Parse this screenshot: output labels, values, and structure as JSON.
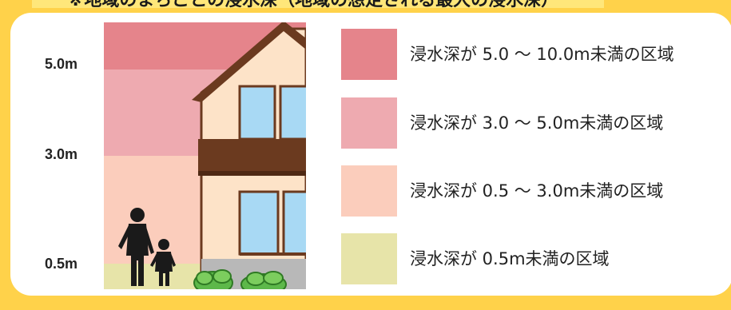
{
  "title": "※地域のまちごとの浸水深（地域の想定される最大の浸水深）",
  "axis_labels": [
    "5.0m",
    "3.0m",
    "0.5m"
  ],
  "legend": [
    {
      "label": "浸水深が 5.0 〜 10.0m未満の区域",
      "color": "#e5848b"
    },
    {
      "label": "浸水深が 3.0 〜 5.0m未満の区域",
      "color": "#eeaab0"
    },
    {
      "label": "浸水深が 0.5 〜 3.0m未満の区域",
      "color": "#fbcdbc"
    },
    {
      "label": "浸水深が 0.5m未満の区域",
      "color": "#e7e4a9"
    }
  ],
  "colors": {
    "frame": "#ffd24a",
    "house_wall": "#fde3c8",
    "roof": "#6b3a1f",
    "window": "#a8d9f4",
    "person": "#1a1a1a",
    "shrub": "#5db84a"
  },
  "icons": [
    "house-illustration",
    "parent-icon",
    "child-icon",
    "shrub-icon"
  ]
}
